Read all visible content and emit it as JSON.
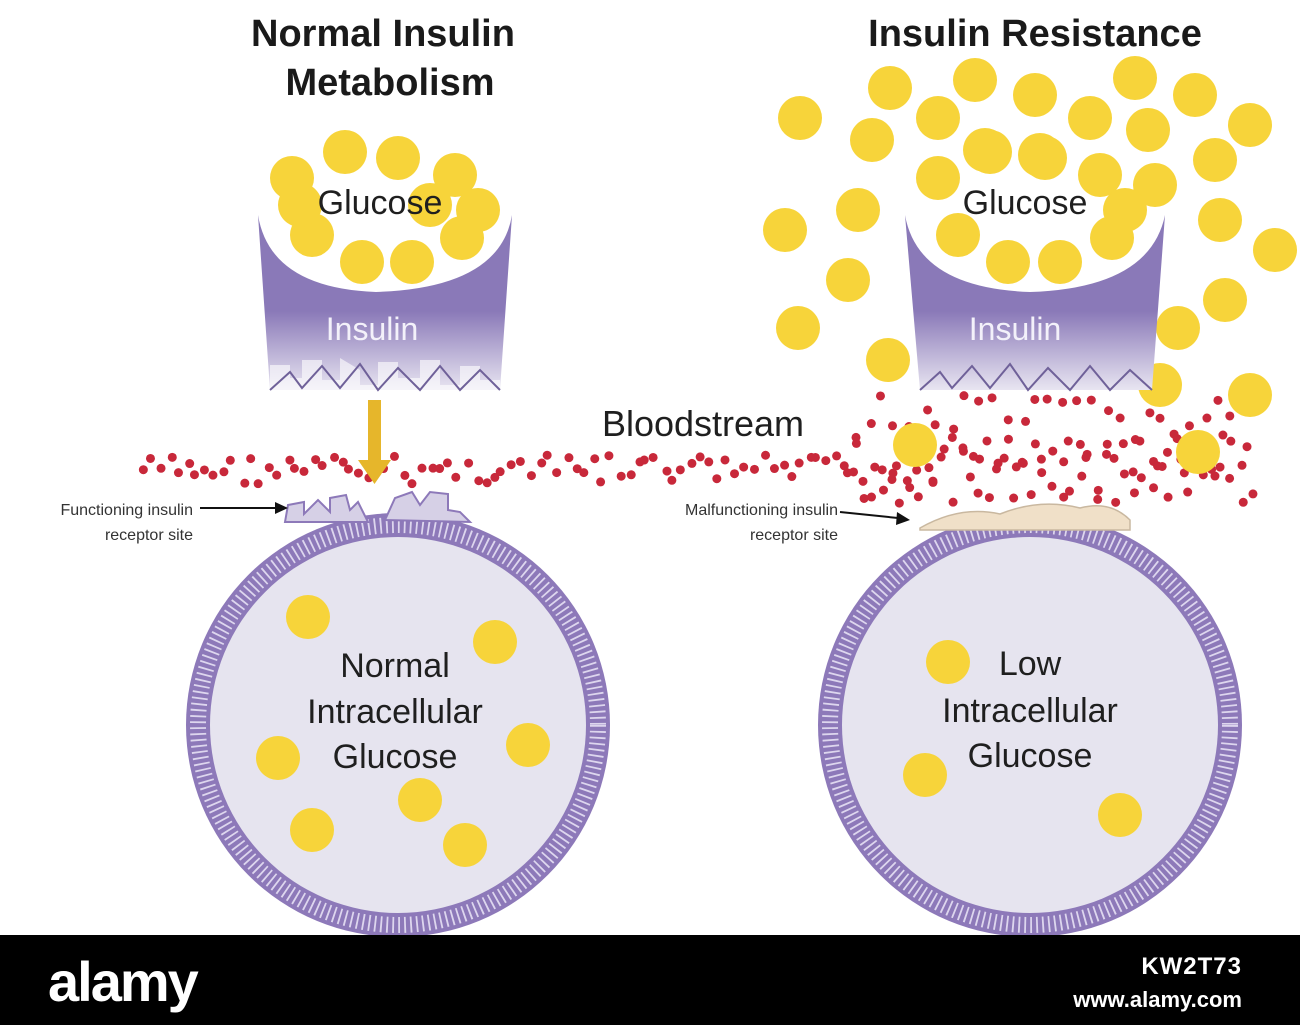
{
  "diagram": {
    "title_left": [
      "Normal Insulin",
      "Metabolism"
    ],
    "title_right": "Insulin Resistance",
    "glucose_label": "Glucose",
    "insulin_label": "Insulin",
    "bloodstream_label": "Bloodstream",
    "functioning_label": [
      "Functioning insulin",
      "receptor site"
    ],
    "malfunctioning_label": [
      "Malfunctioning insulin",
      "receptor site"
    ],
    "cell_left_label": [
      "Normal",
      "Intracellular",
      "Glucose"
    ],
    "cell_right_label": [
      "Low",
      "Intracellular",
      "Glucose"
    ],
    "colors": {
      "glucose": "#f7d43a",
      "insulin": "#8a79b8",
      "red_cell": "#c8283a",
      "membrane": "#8d79b9",
      "cell_fill": "#e6e4ef",
      "arrow": "#e6b62b"
    }
  },
  "footer": {
    "brand": "alamy",
    "image_id": "KW2T73",
    "site": "www.alamy.com"
  }
}
